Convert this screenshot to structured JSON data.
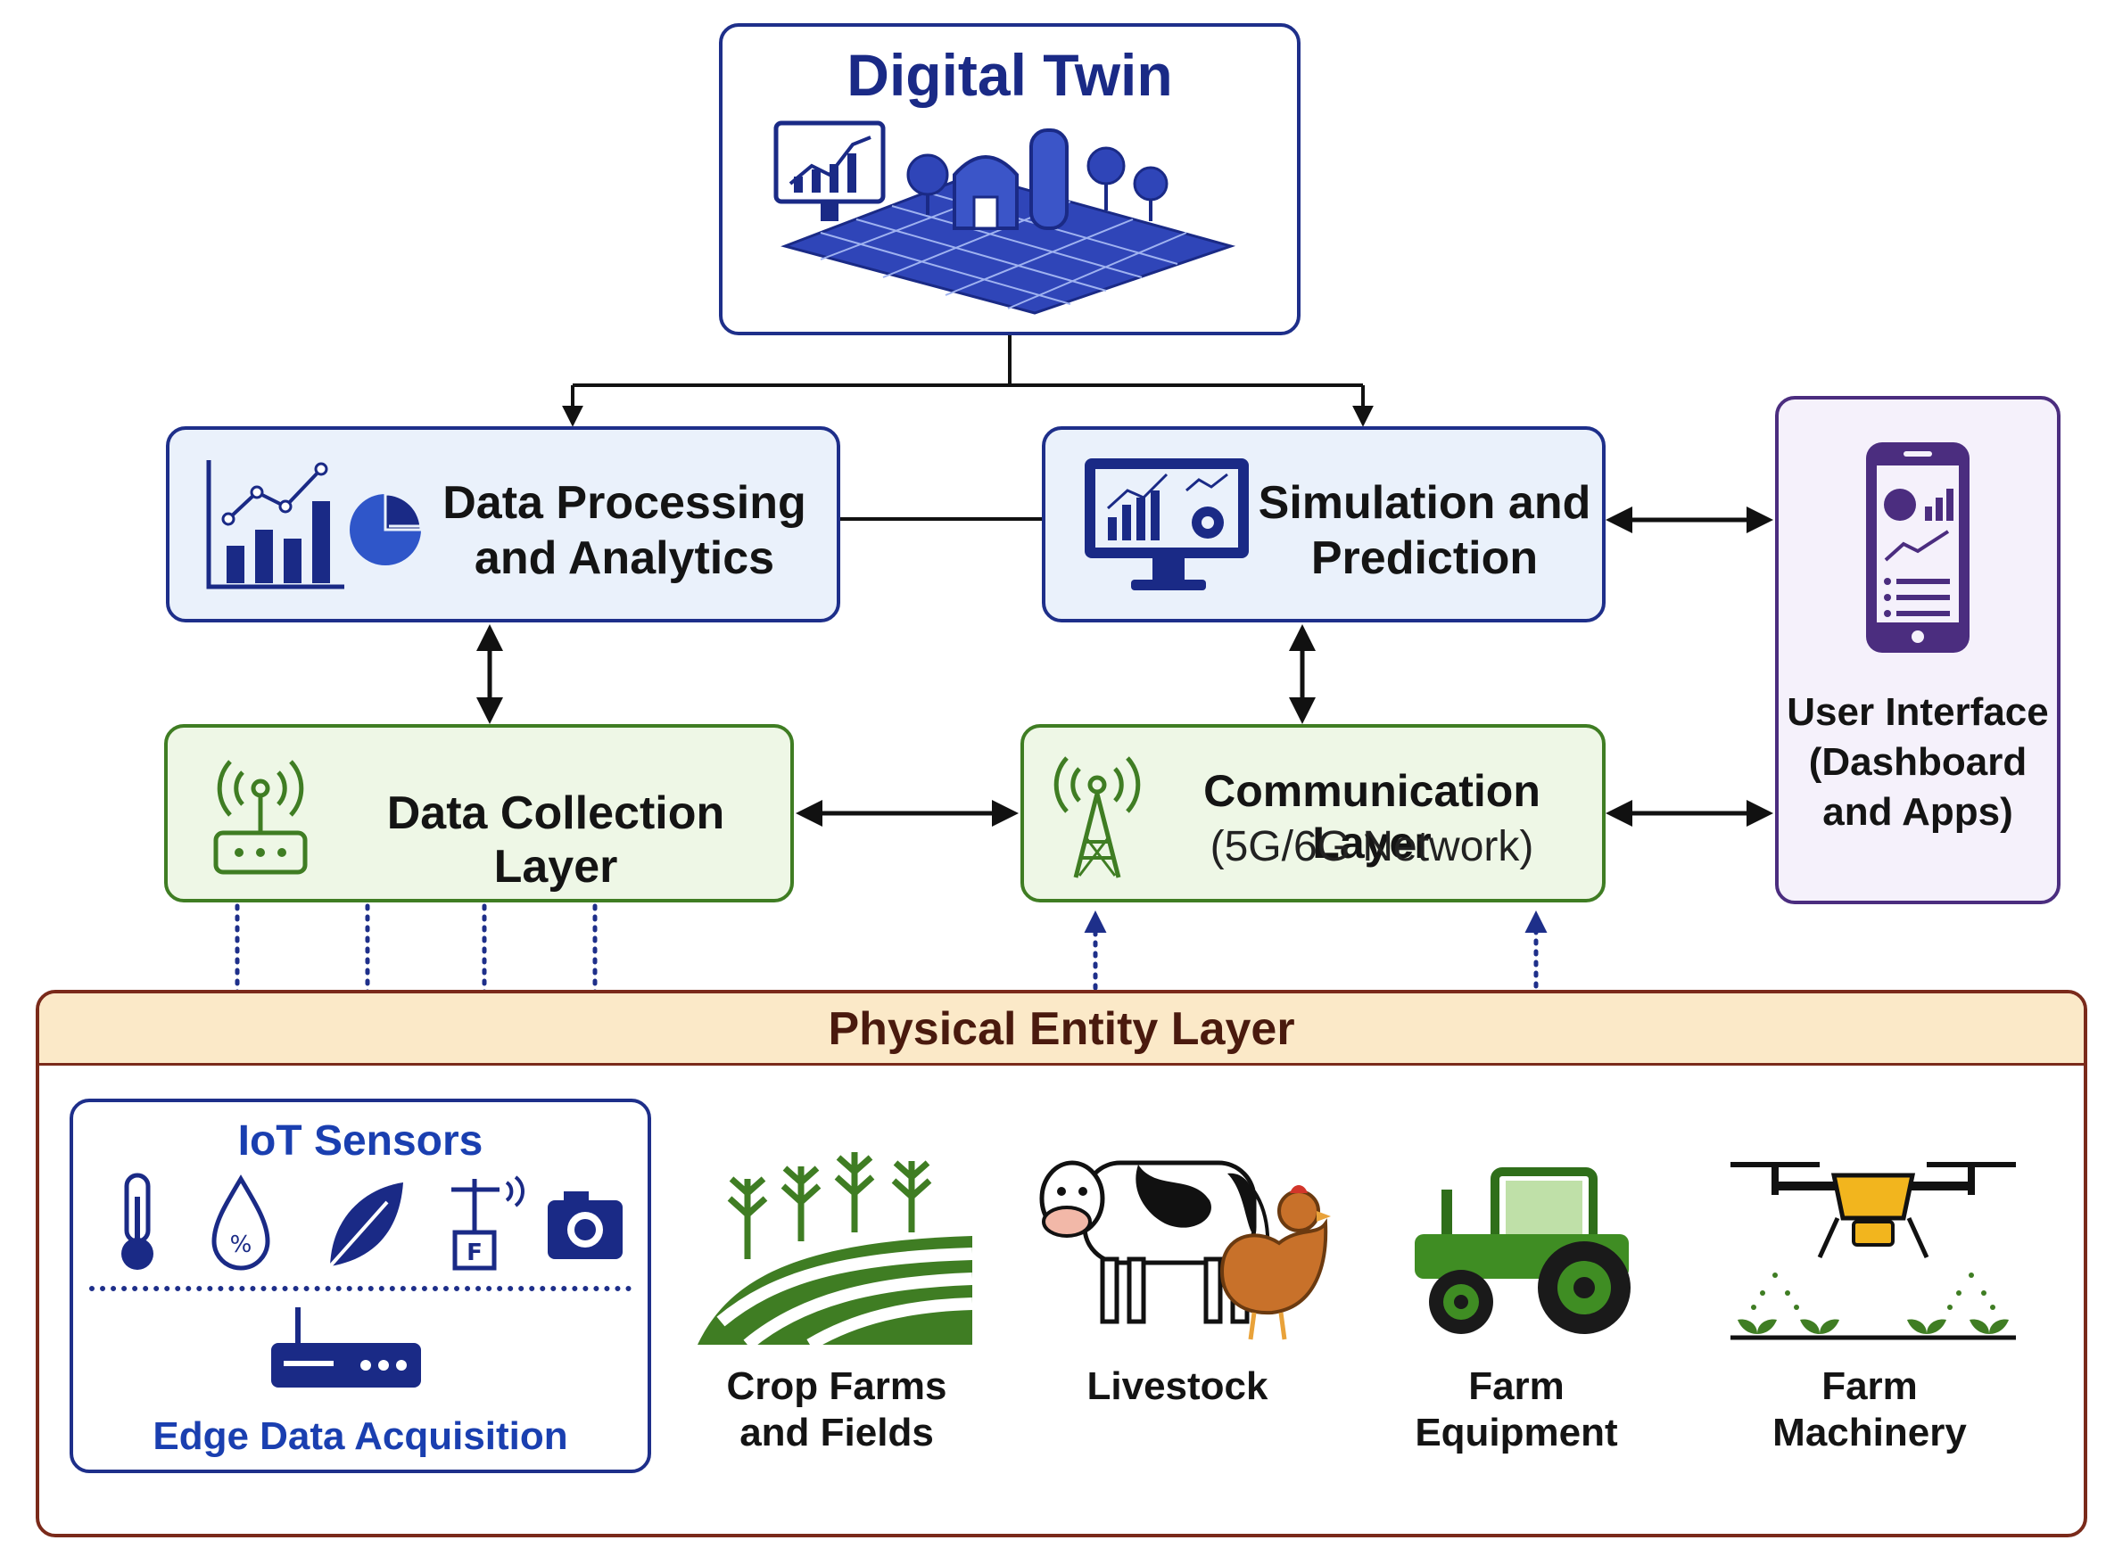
{
  "digital_twin": {
    "title": "Digital Twin"
  },
  "data_processing": {
    "line1": "Data Processing",
    "line2": "and Analytics"
  },
  "simulation": {
    "line1": "Simulation and",
    "line2": "Prediction"
  },
  "user_interface": {
    "line1": "User Interface",
    "line2": "(Dashboard",
    "line3": "and Apps)"
  },
  "data_collection": {
    "title": "Data Collection Layer"
  },
  "communication": {
    "line1": "Communication Layer",
    "line2": "(5G/6G Network)"
  },
  "physical_layer": {
    "title": "Physical Entity Layer"
  },
  "iot_sensors": {
    "title": "IoT Sensors",
    "edge_label": "Edge Data Acquisition"
  },
  "entities": [
    {
      "line1": "Crop Farms",
      "line2": "and Fields"
    },
    {
      "line1": "Livestock",
      "line2": ""
    },
    {
      "line1": "Farm",
      "line2": "Equipment"
    },
    {
      "line1": "Farm",
      "line2": "Machinery"
    }
  ],
  "colors": {
    "blue_border": "#1e2f8a",
    "green_border": "#3f7d23",
    "purple_border": "#4b2d7f",
    "physical_border": "#7a2a1a",
    "physical_header": "#fbe9c8",
    "connector": "#111111",
    "dotted_link": "#1e2f8a"
  }
}
